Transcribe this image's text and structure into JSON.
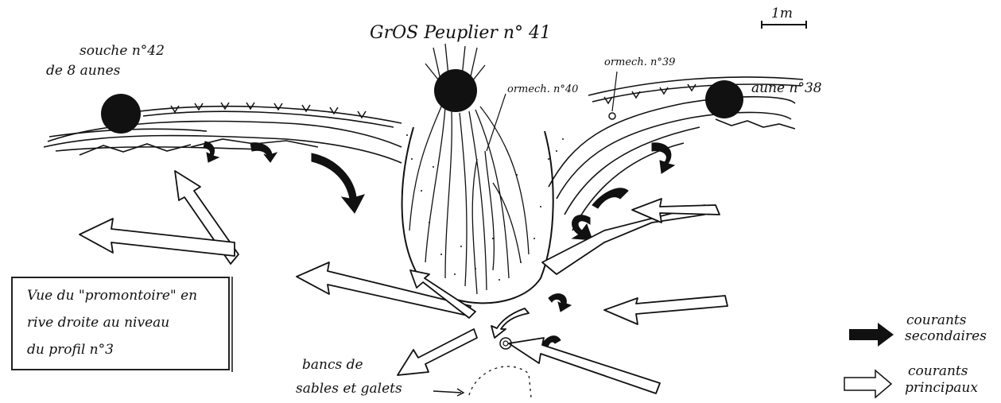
{
  "scale_label": "1m",
  "trees": {
    "poplar_title": "GrOS Peuplier n° 41",
    "stump": [
      "souche n°42",
      "de 8 aunes"
    ],
    "alder": "aune n°38",
    "elm_40": "ormech. n°40",
    "elm_39": "ormech. n°39"
  },
  "caption": {
    "lines": [
      "Vue du \"promontoire\" en",
      "rive droite au niveau",
      "du profil n°3"
    ]
  },
  "bottom_label": {
    "lines": [
      "bancs de",
      "sables et galets"
    ]
  },
  "legend": {
    "secondary": [
      "courants",
      "secondaires"
    ],
    "principal": [
      "courants",
      "principaux"
    ]
  },
  "colors": {
    "ink": "#111111",
    "paper": "#ffffff"
  }
}
